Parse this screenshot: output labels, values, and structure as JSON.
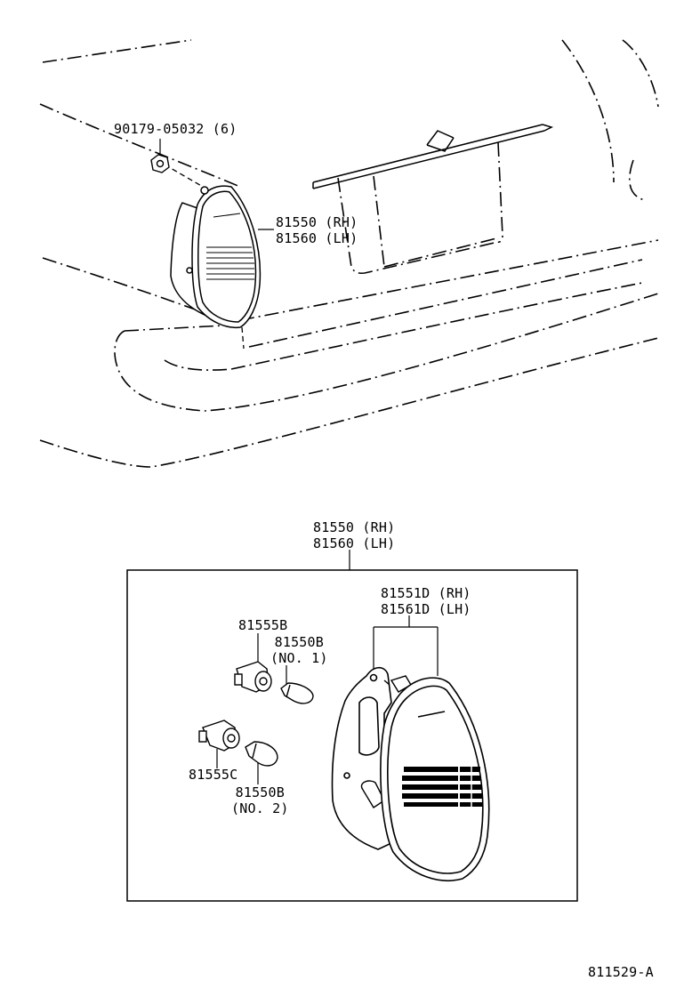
{
  "diagram": {
    "overview_callouts": {
      "nut_part": "90179-05032 (6)",
      "lamp_rh": "81550 (RH)",
      "lamp_lh": "81560 (LH)"
    },
    "detail_header": {
      "lamp_rh": "81550 (RH)",
      "lamp_lh": "81560 (LH)"
    },
    "detail_callouts": {
      "lens_rh": "81551D (RH)",
      "lens_lh": "81561D (LH)",
      "socket_no1": "81555B",
      "bulb_no1_part": "81550B",
      "bulb_no1_tag": "(NO. 1)",
      "socket_no2": "81555C",
      "bulb_no2_part": "81550B",
      "bulb_no2_tag": "(NO. 2)"
    },
    "reference_code": "811529-A"
  }
}
